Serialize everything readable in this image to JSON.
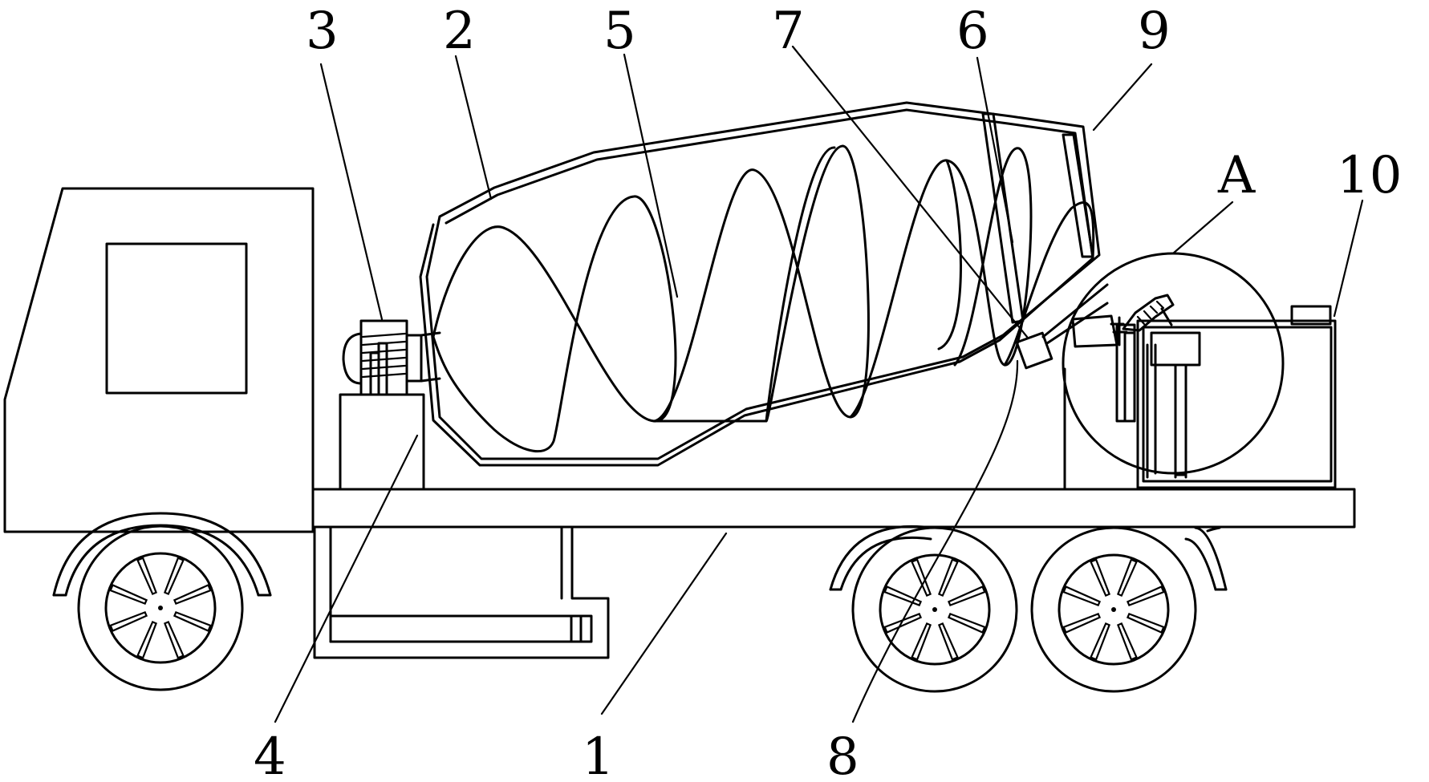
{
  "labels": [
    {
      "id": "1",
      "text": "1"
    },
    {
      "id": "2",
      "text": "2"
    },
    {
      "id": "3",
      "text": "3"
    },
    {
      "id": "4",
      "text": "4"
    },
    {
      "id": "5",
      "text": "5"
    },
    {
      "id": "6",
      "text": "6"
    },
    {
      "id": "7",
      "text": "7"
    },
    {
      "id": "8",
      "text": "8"
    },
    {
      "id": "9",
      "text": "9"
    },
    {
      "id": "10",
      "text": "10"
    },
    {
      "id": "A",
      "text": "A"
    }
  ],
  "colors": {
    "line": "#000000",
    "background": "#ffffff"
  }
}
